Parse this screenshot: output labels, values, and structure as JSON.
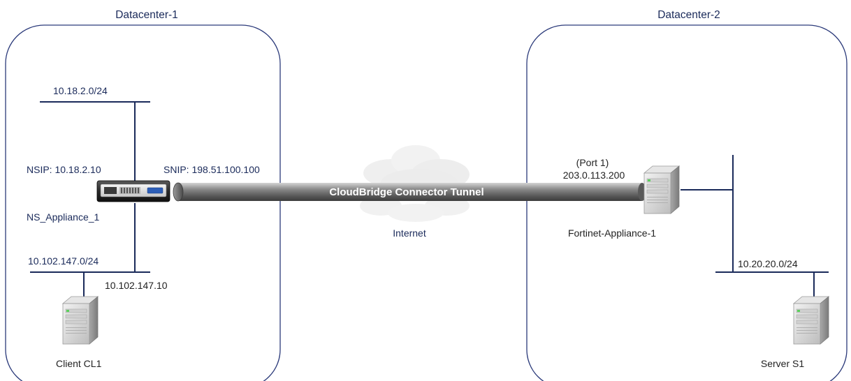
{
  "datacenters": {
    "left": {
      "title": "Datacenter-1"
    },
    "right": {
      "title": "Datacenter-2"
    }
  },
  "left": {
    "subnet_top": "10.18.2.0/24",
    "nsip": "NSIP: 10.18.2.10",
    "snip": "SNIP: 198.51.100.100",
    "appliance_name": "NS_Appliance_1",
    "subnet_bottom": "10.102.147.0/24",
    "client_ip": "10.102.147.10",
    "client_name": "Client CL1"
  },
  "tunnel": {
    "label": "CloudBridge Connector Tunnel",
    "cloud_label": "Internet"
  },
  "right": {
    "port": "(Port 1)",
    "public_ip": "203.0.113.200",
    "appliance_name": "Fortinet-Appliance-1",
    "subnet": "10.20.20.0/24",
    "server_name": "Server S1"
  },
  "colors": {
    "line": "#1a2a5a",
    "box": "#2b3a7a",
    "tunnel": "#6b6b6b"
  },
  "icons": [
    "netscaler-appliance-icon",
    "server-icon",
    "cloud-icon"
  ]
}
